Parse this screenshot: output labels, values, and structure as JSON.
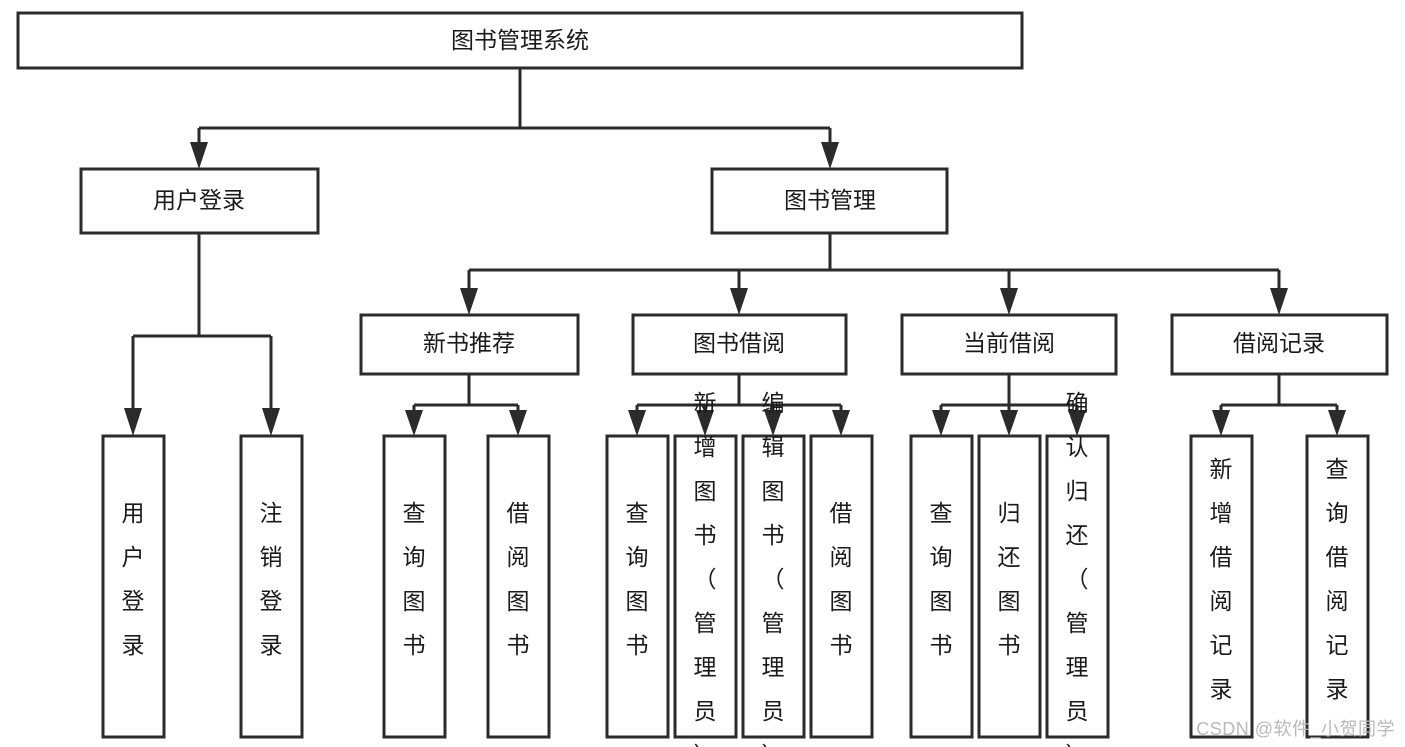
{
  "diagram": {
    "type": "hierarchy-tree",
    "title": "图书管理系统",
    "watermark": "CSDN @软件_小贺同学",
    "colors": {
      "stroke": "#2b2b2b",
      "fill": "#ffffff",
      "text": "#1a1a1a",
      "watermark": "#b9b9b9"
    },
    "nodes": {
      "root": {
        "label": "图书管理系统",
        "level": 1,
        "orientation": "horizontal"
      },
      "user_login": {
        "label": "用户登录",
        "level": 2,
        "orientation": "horizontal"
      },
      "book_manage": {
        "label": "图书管理",
        "level": 2,
        "orientation": "horizontal"
      },
      "new_book_rec": {
        "label": "新书推荐",
        "level": 3,
        "orientation": "horizontal"
      },
      "book_borrow": {
        "label": "图书借阅",
        "level": 3,
        "orientation": "horizontal"
      },
      "current_borrow": {
        "label": "当前借阅",
        "level": 3,
        "orientation": "horizontal"
      },
      "borrow_record": {
        "label": "借阅记录",
        "level": 3,
        "orientation": "horizontal"
      },
      "leaf_user_login": {
        "label": "用户登录",
        "level": 4,
        "orientation": "vertical"
      },
      "leaf_user_logout": {
        "label": "注销登录",
        "level": 4,
        "orientation": "vertical"
      },
      "leaf_query_book_1": {
        "label": "查询图书",
        "level": 4,
        "orientation": "vertical"
      },
      "leaf_borrow_book_1": {
        "label": "借阅图书",
        "level": 4,
        "orientation": "vertical"
      },
      "leaf_query_book_2": {
        "label": "查询图书",
        "level": 4,
        "orientation": "vertical"
      },
      "leaf_add_book": {
        "label": "新增图书（管理员）",
        "level": 4,
        "orientation": "vertical"
      },
      "leaf_edit_book": {
        "label": "编辑图书（管理员）",
        "level": 4,
        "orientation": "vertical"
      },
      "leaf_borrow_book_2": {
        "label": "借阅图书",
        "level": 4,
        "orientation": "vertical"
      },
      "leaf_query_book_3": {
        "label": "查询图书",
        "level": 4,
        "orientation": "vertical"
      },
      "leaf_return_book": {
        "label": "归还图书",
        "level": 4,
        "orientation": "vertical"
      },
      "leaf_confirm_return": {
        "label": "确认归还（管理员）",
        "level": 4,
        "orientation": "vertical"
      },
      "leaf_add_record": {
        "label": "新增借阅记录",
        "level": 4,
        "orientation": "vertical"
      },
      "leaf_query_record": {
        "label": "查询借阅记录",
        "level": 4,
        "orientation": "vertical"
      }
    },
    "edges": [
      {
        "from": "root",
        "to": "user_login"
      },
      {
        "from": "root",
        "to": "book_manage"
      },
      {
        "from": "user_login",
        "to": "leaf_user_login"
      },
      {
        "from": "user_login",
        "to": "leaf_user_logout"
      },
      {
        "from": "book_manage",
        "to": "new_book_rec"
      },
      {
        "from": "book_manage",
        "to": "book_borrow"
      },
      {
        "from": "book_manage",
        "to": "current_borrow"
      },
      {
        "from": "book_manage",
        "to": "borrow_record"
      },
      {
        "from": "new_book_rec",
        "to": "leaf_query_book_1"
      },
      {
        "from": "new_book_rec",
        "to": "leaf_borrow_book_1"
      },
      {
        "from": "book_borrow",
        "to": "leaf_query_book_2"
      },
      {
        "from": "book_borrow",
        "to": "leaf_add_book"
      },
      {
        "from": "book_borrow",
        "to": "leaf_edit_book"
      },
      {
        "from": "book_borrow",
        "to": "leaf_borrow_book_2"
      },
      {
        "from": "current_borrow",
        "to": "leaf_query_book_3"
      },
      {
        "from": "current_borrow",
        "to": "leaf_return_book"
      },
      {
        "from": "current_borrow",
        "to": "leaf_confirm_return"
      },
      {
        "from": "borrow_record",
        "to": "leaf_add_record"
      },
      {
        "from": "borrow_record",
        "to": "leaf_query_record"
      }
    ]
  }
}
